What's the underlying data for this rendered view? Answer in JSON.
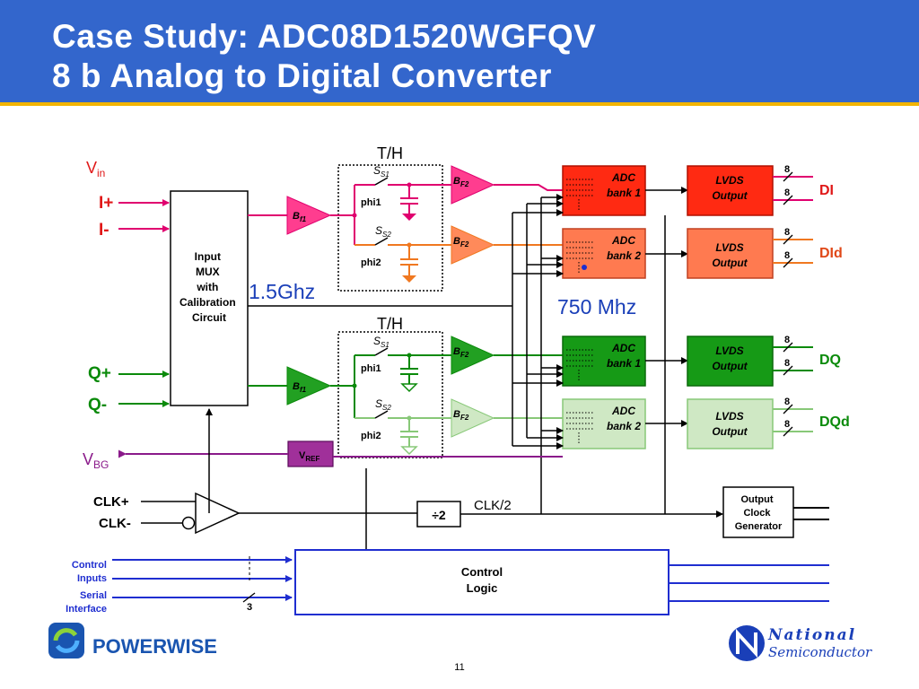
{
  "slide": {
    "title_line1": "Case Study:  ADC08D1520WGFQV",
    "title_line2": "8 b Analog to Digital Converter",
    "page_number": "11"
  },
  "colors": {
    "header_bg": "#3366cc",
    "header_rule": "#f2b400",
    "i_path": "#e0006f",
    "id_path": "#f07820",
    "q_path": "#0a8a0a",
    "qd_path": "#88c878",
    "vref": "#8a1a8a",
    "adc_i": "#ff2a12",
    "adc_id": "#ff7a50",
    "adc_q": "#169a16",
    "adc_qd": "#cfe8c4",
    "label_blue": "#1a3fb8",
    "label_red": "#e01818"
  },
  "diagram": {
    "inputs": {
      "vin": "V",
      "vin_sub": "in",
      "i_plus": "I+",
      "i_minus": "I-",
      "q_plus": "Q+",
      "q_minus": "Q-",
      "vbg": "V",
      "vbg_sub": "BG"
    },
    "mux": {
      "lines": [
        "Input",
        "MUX",
        "with",
        "Calibration",
        "Circuit"
      ]
    },
    "buffers": {
      "bf1": "B",
      "bf1_sub": "f1",
      "bf2": "B",
      "bf2_sub": "F2"
    },
    "track_hold": {
      "label": "T/H",
      "switch": "S",
      "switch1_sub": "S1",
      "switch2_sub": "S2",
      "phi1": "phi1",
      "phi2": "phi2"
    },
    "clock_labels": {
      "f_in": "1.5Ghz",
      "f_adc": "750 Mhz"
    },
    "vref": {
      "label": "V",
      "sub": "REF"
    },
    "adc_banks": [
      {
        "line1": "ADC",
        "line2": "bank 1"
      },
      {
        "line1": "ADC",
        "line2": "bank 2"
      },
      {
        "line1": "ADC",
        "line2": "bank 1"
      },
      {
        "line1": "ADC",
        "line2": "bank 2"
      }
    ],
    "lvds": {
      "line1": "LVDS",
      "line2": "Output"
    },
    "bus_width": "8",
    "outputs": [
      "DI",
      "DId",
      "DQ",
      "DQd"
    ],
    "clock": {
      "clk_plus": "CLK+",
      "clk_minus": "CLK-",
      "divider": "÷2",
      "clk_half": "CLK/2",
      "ocg_lines": [
        "Output",
        "Clock",
        "Generator"
      ]
    },
    "control": {
      "block_line1": "Control",
      "block_line2": "Logic",
      "inputs_line1": "Control",
      "inputs_line2": "Inputs",
      "serial_line1": "Serial",
      "serial_line2": "Interface",
      "serial_width": "3"
    }
  },
  "logos": {
    "powerwise": "POWERWISE",
    "national_line1": "National",
    "national_line2": "Semiconductor"
  }
}
